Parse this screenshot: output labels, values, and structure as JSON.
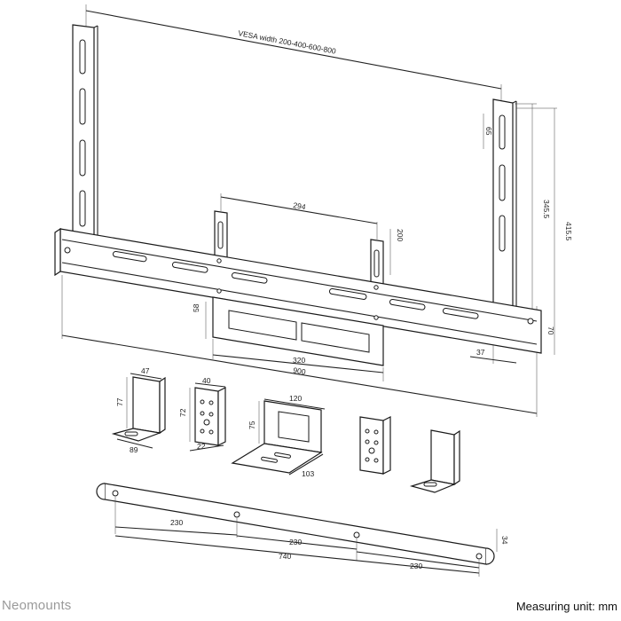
{
  "brand": "Neomounts",
  "unit_note": "Measuring unit: mm",
  "dimensions": {
    "vesa_width": "VESA width 200-400-600-800",
    "arm_slot_pitch": "65",
    "arm_height": "345.5",
    "arm_total_height": "415.5",
    "center_spacing": "294",
    "center_height": "200",
    "cradle_height": "58",
    "cradle_width": "320",
    "bar_length_total": "900",
    "bar_offset": "37",
    "bar_height": "70",
    "bracket_a_width": "47",
    "bracket_a_height": "77",
    "bracket_a_depth": "89",
    "bracket_b_width": "40",
    "bracket_b_height": "72",
    "bracket_b_depth": "22",
    "shelf_width": "120",
    "shelf_height": "75",
    "shelf_depth": "103",
    "strip_seg_1": "230",
    "strip_seg_2": "230",
    "strip_seg_3": "230",
    "strip_total": "740",
    "strip_height": "34"
  }
}
